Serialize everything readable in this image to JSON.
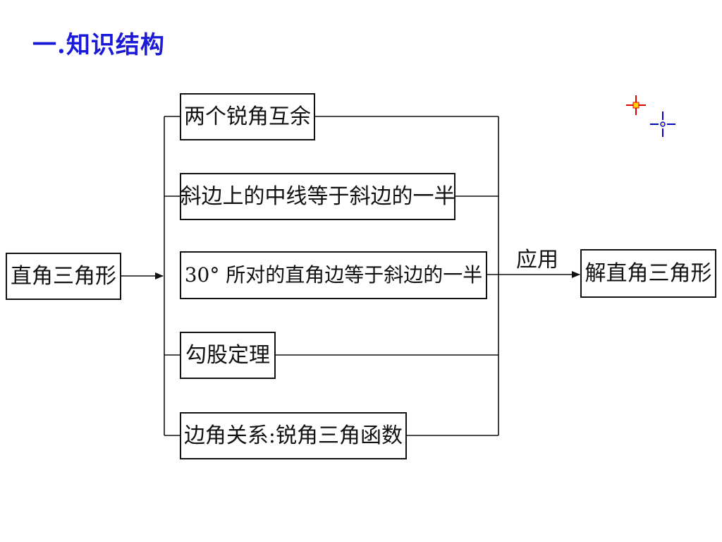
{
  "heading": "一.知识结构",
  "diagram": {
    "root": "直角三角形",
    "branches": [
      "两个锐角互余",
      "斜边上的中线等于斜边的一半",
      "30° 所对的直角边等于斜边的一半",
      "勾股定理",
      "边角关系:锐角三角函数"
    ],
    "edge_label": "应用",
    "target": "解直角三角形"
  },
  "colors": {
    "heading": "#1a1ad8",
    "line": "#111111",
    "cursor_red": "#e00000",
    "cursor_yellow": "#ffd400",
    "cursor_blue": "#0000cc"
  },
  "icons": [
    "crosshair-cursor-icon",
    "crosshair-cursor-icon"
  ]
}
